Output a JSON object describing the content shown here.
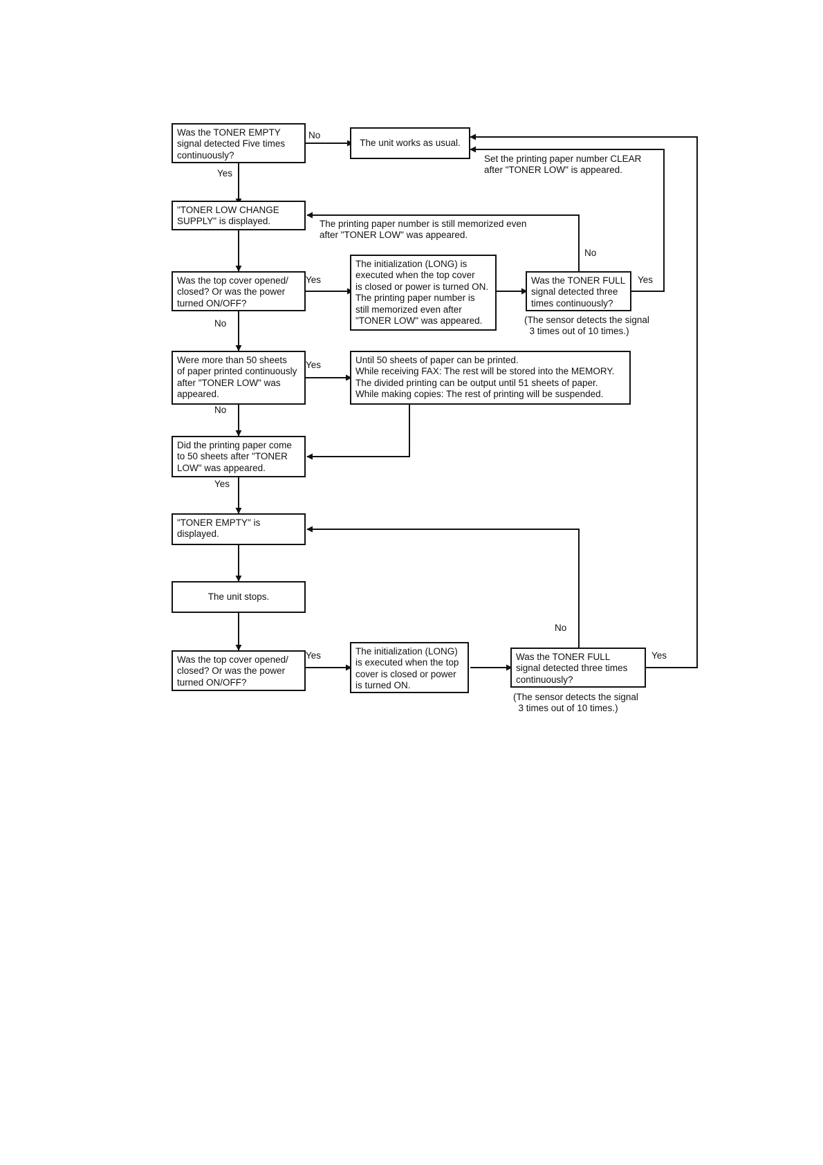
{
  "boxes": {
    "toner_empty_check": "Was the TONER EMPTY\nsignal detected Five times\ncontinuously?",
    "unit_works": "The unit works as usual.",
    "toner_low_displayed": "\"TONER LOW CHANGE\nSUPPLY\" is displayed.",
    "cover_check_1": "Was the top cover opened/\nclosed? Or was the power\nturned ON/OFF?",
    "init_long_1": "The initialization (LONG) is\nexecuted when the top cover\nis closed or power is turned ON.\nThe printing paper number is\nstill memorized even after\n\"TONER LOW\" was appeared.",
    "toner_full_check_1": "Was the TONER FULL\nsignal detected three\ntimes continuously?",
    "sheets_check": "Were more than 50 sheets\nof paper printed continuously\nafter \"TONER LOW\" was\nappeared.",
    "until_50_sheets": "Until 50 sheets of paper can be printed.\nWhile receiving FAX: The rest will be stored into the MEMORY.\nThe divided printing can be output until 51 sheets of paper.\nWhile making copies:  The rest of printing will be suspended.",
    "paper_50_check": "Did the printing paper come\nto 50 sheets after \"TONER\nLOW\" was appeared.",
    "toner_empty_displayed": "\"TONER EMPTY\" is\ndisplayed.",
    "unit_stops": "The unit stops.",
    "cover_check_2": "Was the top cover opened/\nclosed? Or was the power\nturned ON/OFF?",
    "init_long_2": "The initialization (LONG)\nis executed when the top\ncover is closed or power\nis turned ON.",
    "toner_full_check_2": "Was the TONER FULL\nsignal detected three times\ncontinuously?"
  },
  "labels": {
    "no_1": "No",
    "yes_1": "Yes",
    "clear_note": "Set the printing paper number CLEAR\nafter \"TONER LOW\" is appeared.",
    "memorized_note": "The printing paper number is still memorized even\nafter \"TONER LOW\" was appeared.",
    "no_2": "No",
    "yes_2": "Yes",
    "yes_3": "Yes",
    "sensor_note_1": "(The sensor detects the signal\n  3 times out of 10 times.)",
    "no_3": "No",
    "yes_4": "Yes",
    "no_4": "No",
    "yes_5": "Yes",
    "no_5": "No",
    "yes_6": "Yes",
    "yes_7": "Yes",
    "sensor_note_2": "(The sensor detects the signal\n  3 times out of 10 times.)"
  }
}
